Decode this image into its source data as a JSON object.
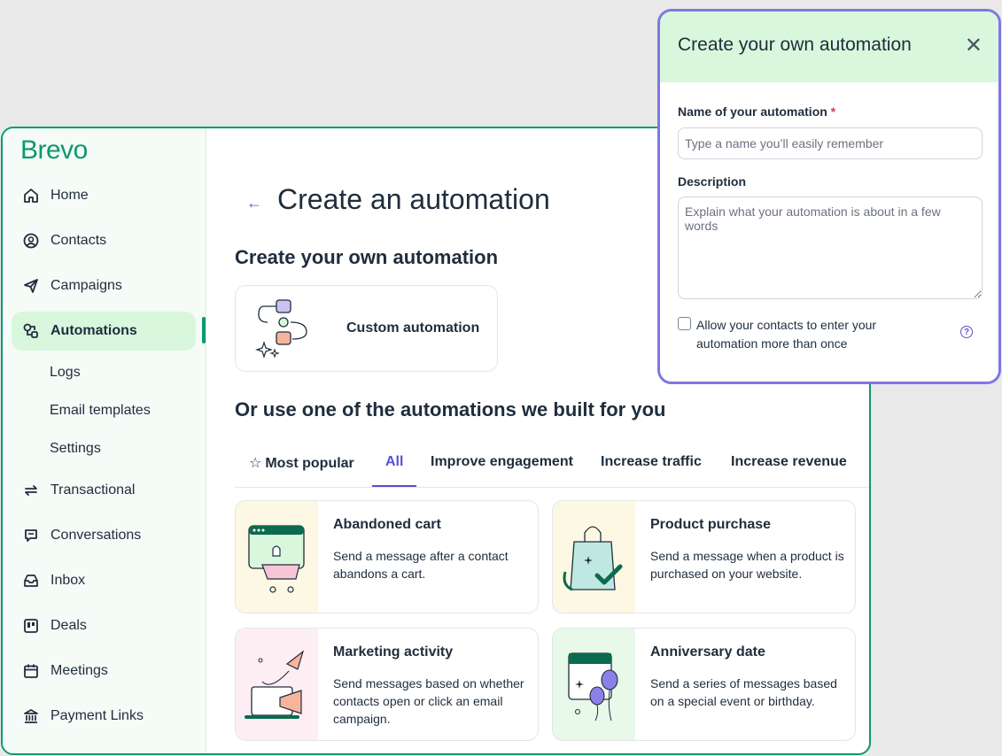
{
  "brand": {
    "name": "Brevo",
    "accent": "#0b996e",
    "purple": "#5a50c9"
  },
  "sidebar": {
    "items": [
      {
        "label": "Home",
        "icon": "home-icon"
      },
      {
        "label": "Contacts",
        "icon": "contacts-icon"
      },
      {
        "label": "Campaigns",
        "icon": "send-icon"
      },
      {
        "label": "Automations",
        "icon": "automation-icon",
        "active": true
      },
      {
        "label": "Transactional",
        "icon": "transfer-icon"
      },
      {
        "label": "Conversations",
        "icon": "chat-icon"
      },
      {
        "label": "Inbox",
        "icon": "inbox-icon"
      },
      {
        "label": "Deals",
        "icon": "deals-icon"
      },
      {
        "label": "Meetings",
        "icon": "calendar-icon"
      },
      {
        "label": "Payment Links",
        "icon": "bank-icon"
      }
    ],
    "subitems": [
      "Logs",
      "Email templates",
      "Settings"
    ]
  },
  "main": {
    "title": "Create an automation",
    "section_own": "Create your own automation",
    "custom_card": "Custom automation",
    "section_built": "Or use one of the automations we built for you",
    "tabs": [
      "Most popular",
      "All",
      "Improve engagement",
      "Increase traffic",
      "Increase revenue"
    ],
    "templates": [
      {
        "title": "Abandoned cart",
        "desc": "Send a message after a contact abandons a cart."
      },
      {
        "title": "Product purchase",
        "desc": "Send a message when a product is purchased on your website."
      },
      {
        "title": "Marketing activity",
        "desc": "Send messages based on whether contacts open or click an email campaign."
      },
      {
        "title": "Anniversary date",
        "desc": "Send a series of messages based on a special event or birthday."
      }
    ]
  },
  "modal": {
    "title": "Create your own automation",
    "name_label": "Name of your automation",
    "required_mark": "*",
    "name_placeholder": "Type a name you’ll easily remember",
    "desc_label": "Description",
    "desc_placeholder": "Explain what your automation is about in a few words",
    "checkbox_label": "Allow your contacts to enter your automation more than once"
  }
}
